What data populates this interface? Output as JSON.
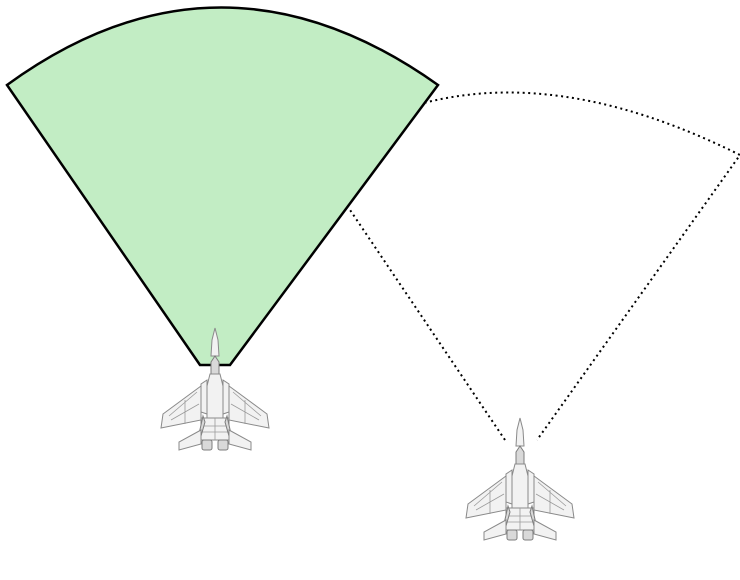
{
  "colors": {
    "sector_fill": "#c2edc4",
    "sector_stroke": "#000000",
    "ghost_stroke": "#000000",
    "background": "#ffffff"
  },
  "aircraft": [
    {
      "id": "lead",
      "icon": "fighter-jet-icon",
      "sensor_cone": "solid-filled"
    },
    {
      "id": "wingman",
      "icon": "fighter-jet-icon",
      "sensor_cone": "dotted-outline"
    }
  ]
}
